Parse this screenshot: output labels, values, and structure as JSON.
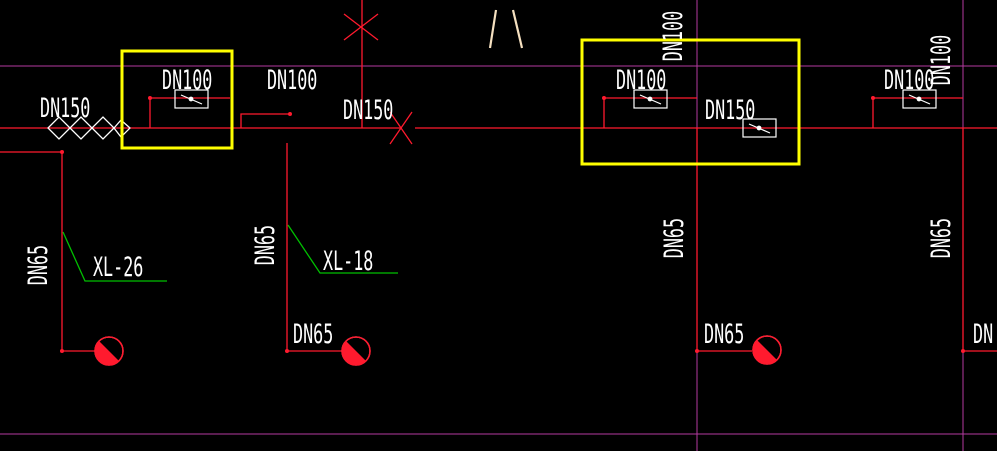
{
  "colors": {
    "background": "#000000",
    "pipe": "#ff1a2e",
    "grid_line": "#b43aa0",
    "highlight": "#ffff00",
    "leader": "#00c000",
    "text": "#ffffff"
  },
  "labels": {
    "dn150_left": "DN150",
    "dn100_box1": "DN100",
    "dn100_mid": "DN100",
    "dn150_mid": "DN150",
    "dn100_box2": "DN100",
    "dn150_box2": "DN150",
    "dn100_right": "DN100",
    "dn100_top_vertical": "DN100",
    "dn100_right_vertical": "DN100",
    "dn65_vertical_1": "DN65",
    "dn65_vertical_2": "DN65",
    "dn65_vertical_3": "DN65",
    "dn65_vertical_4": "DN65",
    "dn65_branch_2": "DN65",
    "dn65_branch_3": "DN65",
    "dn65_branch_4_partial": "DN",
    "riser_xl26": "XL-26",
    "riser_xl18": "XL-18"
  },
  "symbols": [
    "valve-symbol",
    "cross-mark",
    "hydrant-symbol",
    "highlight-box",
    "diamond-fitting"
  ]
}
